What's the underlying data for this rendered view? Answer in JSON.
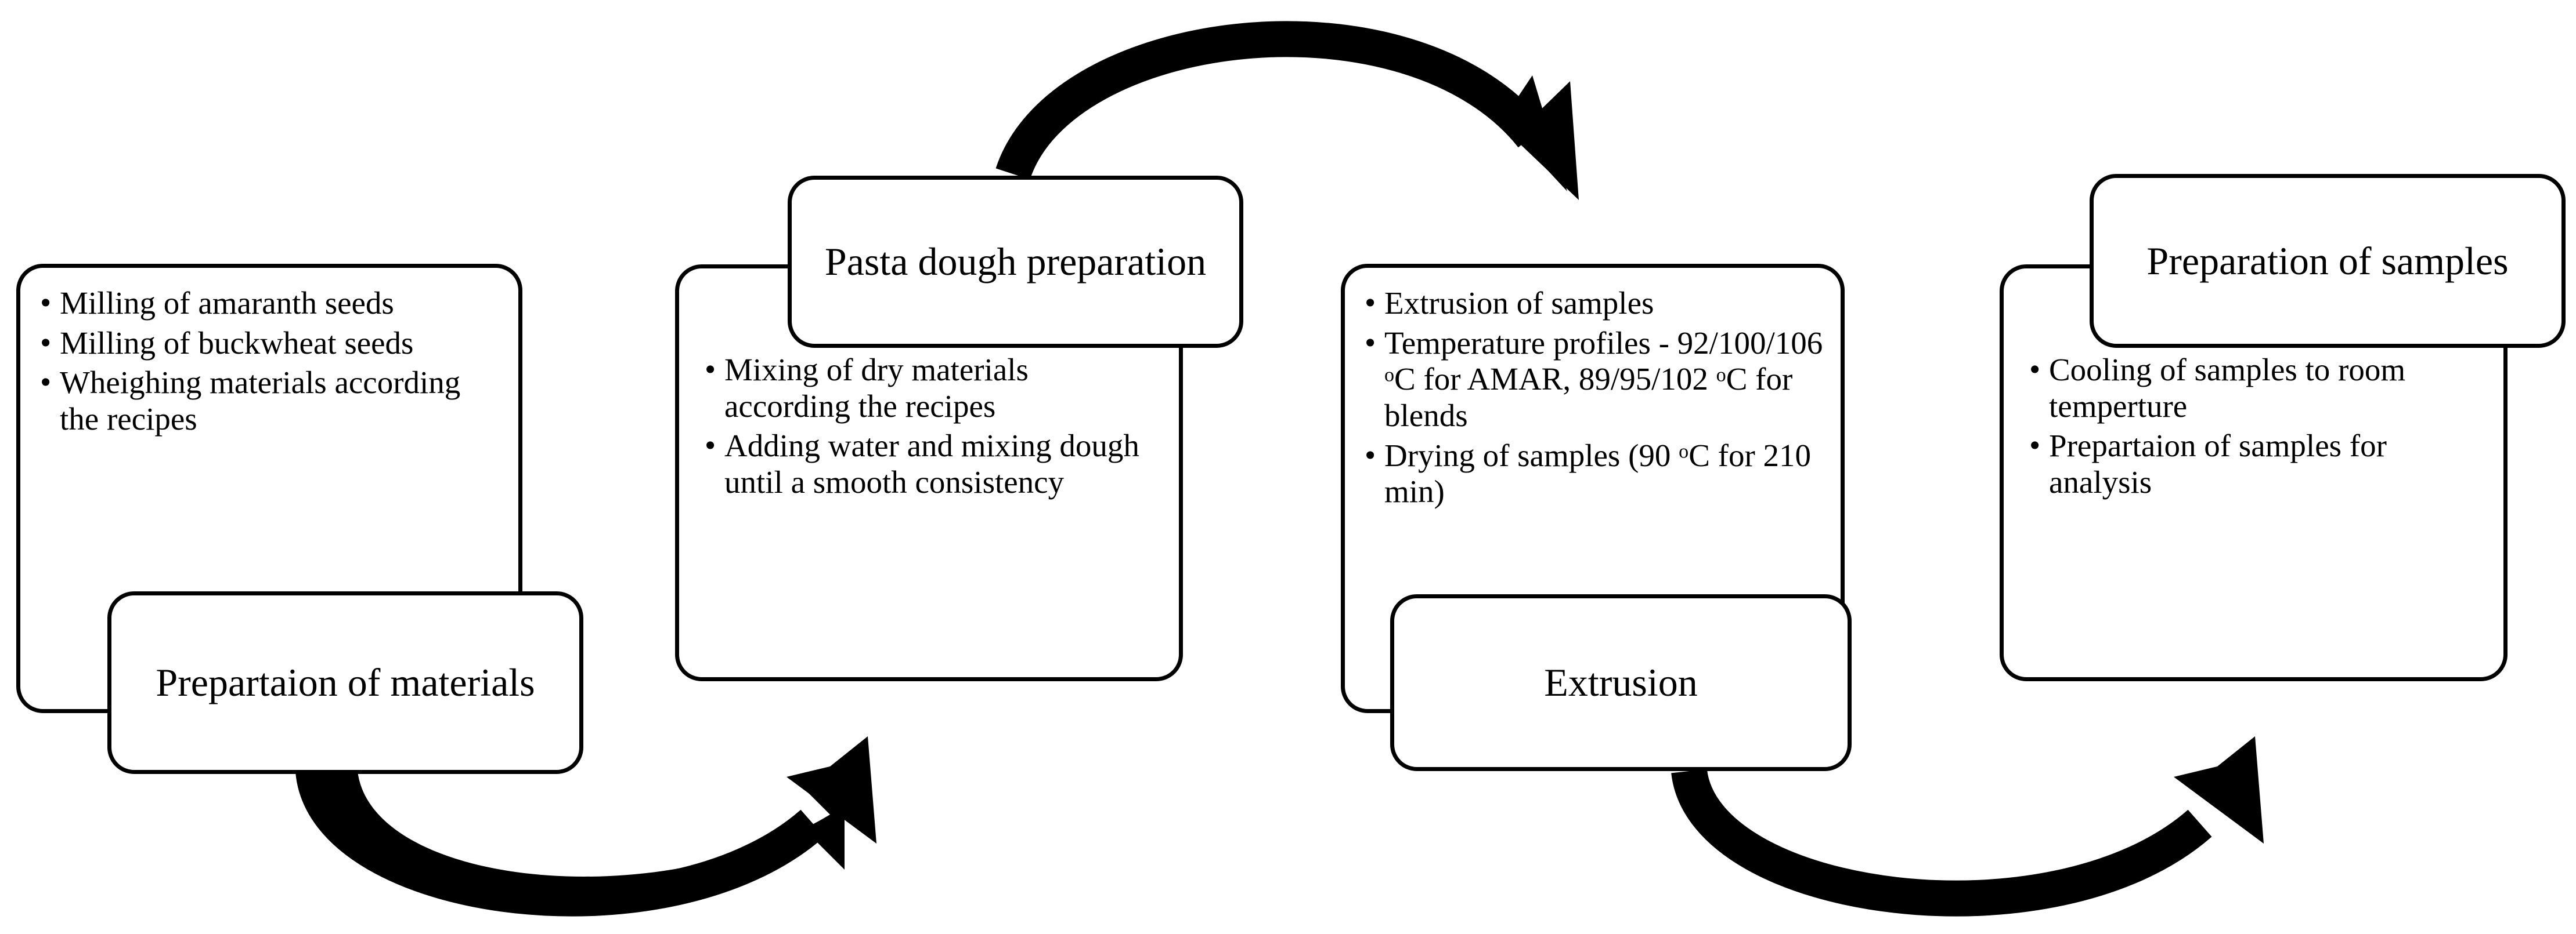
{
  "diagram": {
    "title": "Pasta production process flowchart",
    "accent_color": "#000000",
    "background_color": "#ffffff"
  },
  "stages": [
    {
      "id": "preparation-of-materials",
      "label": "Prepartaion of materials",
      "bullets": [
        "Milling of amaranth seeds",
        "Milling of buckwheat seeds",
        "Wheighing materials according the recipes"
      ]
    },
    {
      "id": "pasta-dough-preparation",
      "label": "Pasta dough preparation",
      "bullets": [
        "Mixing of dry materials according the recipes",
        "Adding water and mixing dough until a smooth consistency"
      ]
    },
    {
      "id": "extrusion",
      "label": "Extrusion",
      "bullets": [
        "Extrusion of samples",
        "Temperature profiles - 92/100/106 oC for AMAR, 89/95/102 oC for blends",
        "Drying of samples (90 oC for 210 min)"
      ],
      "bullets_rich": [
        [
          {
            "t": "Extrusion of samples"
          }
        ],
        [
          {
            "t": "Temperature profiles - 92/100/106 "
          },
          {
            "sup": "o"
          },
          {
            "t": "C for AMAR, 89/95/102 "
          },
          {
            "sup": "o"
          },
          {
            "t": "C for blends"
          }
        ],
        [
          {
            "t": "Drying of samples (90 "
          },
          {
            "sup": "o"
          },
          {
            "t": "C for 210 min)"
          }
        ]
      ]
    },
    {
      "id": "preparation-of-samples",
      "label": "Preparation of samples",
      "bullets": [
        "Cooling of samples to room temperture",
        "Prepartaion of samples for analysis"
      ]
    }
  ],
  "connectors": [
    {
      "id": "arrow-1",
      "from": "preparation-of-materials",
      "to": "pasta-dough-preparation",
      "shape": "u-curve-up-right",
      "direction": "right"
    },
    {
      "id": "arrow-2",
      "from": "pasta-dough-preparation",
      "to": "extrusion",
      "shape": "arc-over-down-right",
      "direction": "right"
    },
    {
      "id": "arrow-3",
      "from": "extrusion",
      "to": "preparation-of-samples",
      "shape": "u-curve-up-right",
      "direction": "right"
    }
  ]
}
